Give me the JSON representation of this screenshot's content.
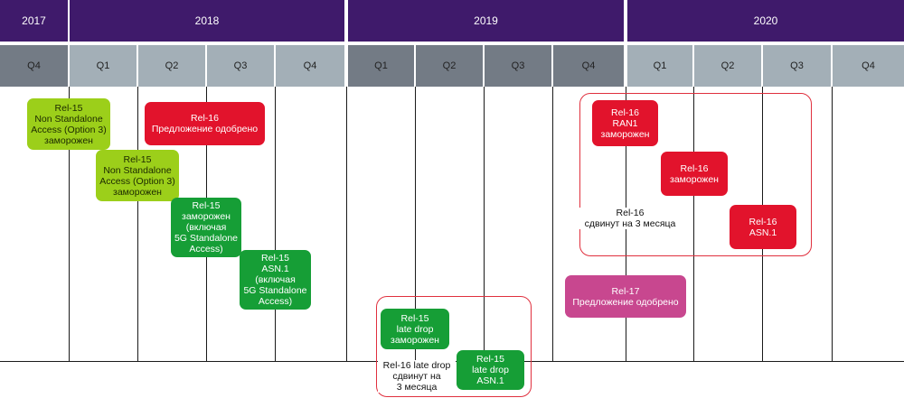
{
  "colors": {
    "year_bg": "#3f1a6b",
    "quarter_dark": "#737b85",
    "quarter_light": "#a3afb7",
    "light_green": "#9ccf1a",
    "dark_green": "#169e36",
    "red": "#e2132c",
    "pink": "#c8478f",
    "frame_red": "#e0303e"
  },
  "years": [
    "2017",
    "2018",
    "2019",
    "2020"
  ],
  "quarters": [
    "Q4",
    "Q1",
    "Q2",
    "Q3",
    "Q4",
    "Q1",
    "Q2",
    "Q3",
    "Q4",
    "Q1",
    "Q2",
    "Q3",
    "Q4"
  ],
  "milestones": {
    "rel15_nsa_freeze": [
      "Rel-15",
      "Non Standalone",
      "Access (Option 3)",
      "заморожен"
    ],
    "rel16_proposal": [
      "Rel-16",
      "Предложение одобрено"
    ],
    "rel15_nsa_asn1": [
      "Rel-15",
      "Non Standalone",
      "Access (Option 3)",
      "заморожен"
    ],
    "rel15_sa_freeze": [
      "Rel-15",
      "заморожен",
      "(включая",
      "5G Standalone",
      "Access)"
    ],
    "rel15_sa_asn1": [
      "Rel-15",
      "ASN.1",
      "(включая",
      "5G Standalone",
      "Access)"
    ],
    "rel16_ran1": [
      "Rel-16",
      "RAN1",
      "заморожен"
    ],
    "rel16_freeze": [
      "Rel-16",
      "заморожен"
    ],
    "rel16_asn1": [
      "Rel-16",
      "ASN.1"
    ],
    "rel17_proposal": [
      "Rel-17",
      "Предложение одобрено"
    ],
    "rel15_late_drop_freeze": [
      "Rel-15",
      "late drop",
      "заморожен"
    ],
    "rel15_late_drop_asn1": [
      "Rel-15",
      "late drop",
      "ASN.1"
    ]
  },
  "notes": {
    "rel16_shift": [
      "Rel-16",
      "сдвинут на 3 месяца"
    ],
    "late_drop_shift": [
      "Rel-16 late drop",
      "сдвинут на",
      "3 месяца"
    ]
  }
}
